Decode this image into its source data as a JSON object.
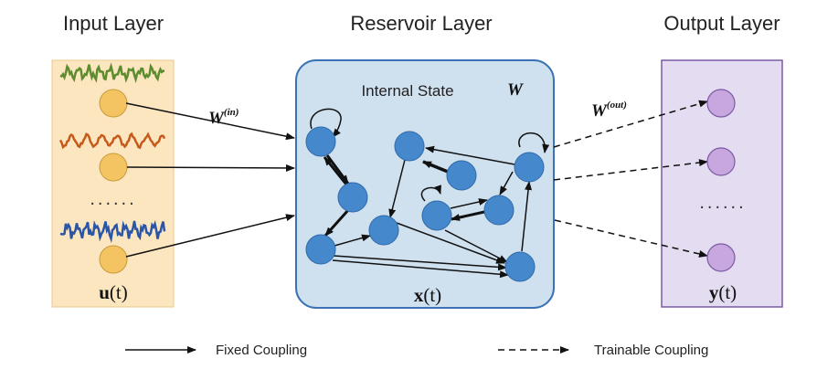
{
  "headers": {
    "input": "Input Layer",
    "reservoir": "Reservoir Layer",
    "output": "Output Layer"
  },
  "reservoir": {
    "title": "Internal State",
    "matrix": "W",
    "state": {
      "bold": "x",
      "arg": "(t)"
    }
  },
  "input": {
    "state": {
      "bold": "u",
      "arg": "(t)"
    },
    "ellipsis": "......"
  },
  "output": {
    "state": {
      "bold": "y",
      "arg": "(t)"
    },
    "ellipsis": "......"
  },
  "weights": {
    "input": {
      "base": "W",
      "sup": "(in)"
    },
    "output": {
      "base": "W",
      "sup": "(out)"
    }
  },
  "legend": {
    "fixed": "Fixed Coupling",
    "trainable": "Trainable Coupling"
  },
  "colors": {
    "input_panel": "#fbe6bf",
    "input_node": "#f5c462",
    "reservoir_panel": "#cfe0ef",
    "reservoir_border": "#3a72b5",
    "reservoir_node": "#4688cc",
    "output_panel": "#e4dcf0",
    "output_node": "#c7a7dd",
    "signal_green": "#5d8c2e",
    "signal_orange": "#c55a1c",
    "signal_blue": "#2b55a6"
  }
}
